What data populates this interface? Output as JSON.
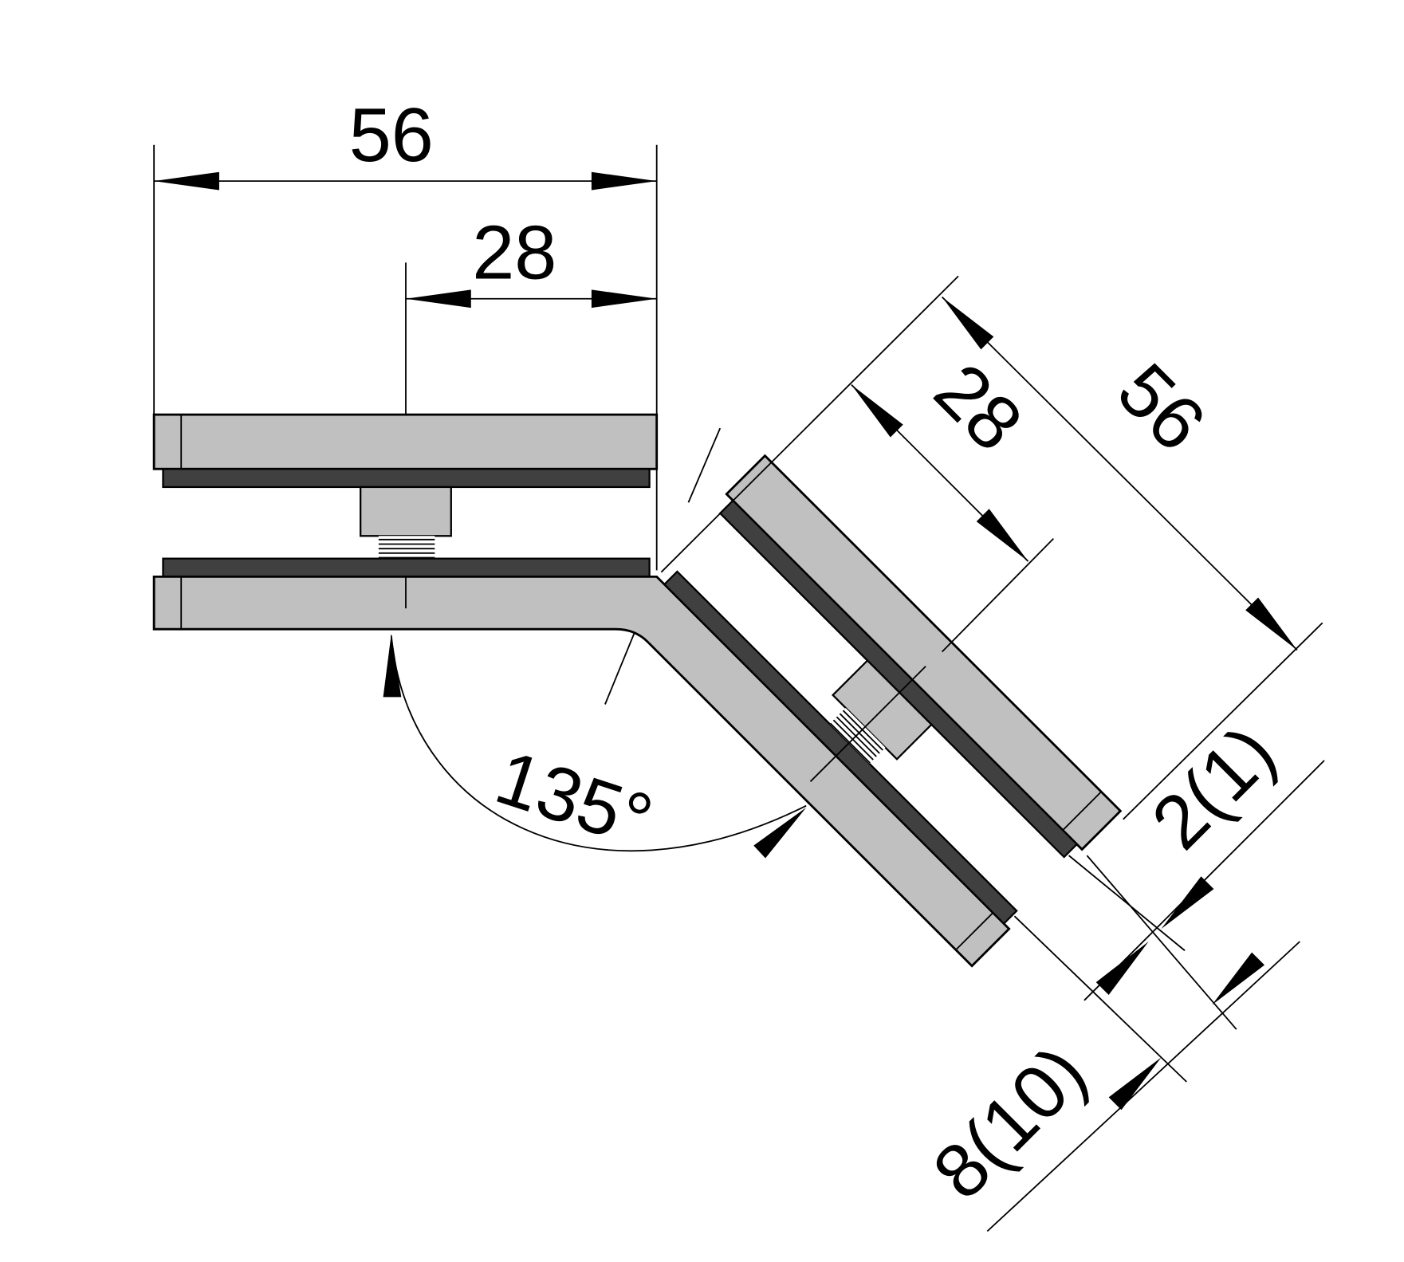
{
  "drawing": {
    "horizontal_width": "56",
    "horizontal_half": "28",
    "angled_width": "56",
    "angled_half": "28",
    "angle": "135°",
    "gasket_thickness": "2(1)",
    "glass_thickness": "8(10)"
  },
  "colors": {
    "plate": "#c0c0c0",
    "gasket": "#404040",
    "line": "#000000"
  }
}
